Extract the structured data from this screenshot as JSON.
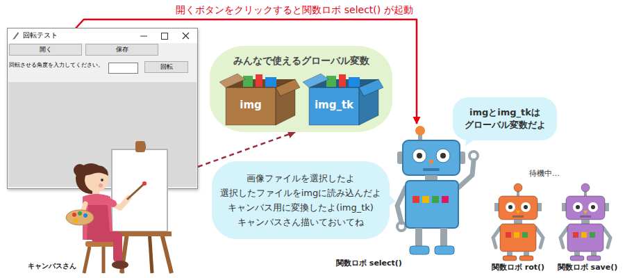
{
  "diagram": {
    "nodes": [
      {
        "text": [
          "回転テスト"
        ]
      },
      {
        "text": [
          "開く"
        ],
        "in": 0
      },
      {
        "text": [
          "保存"
        ],
        "in": 0
      },
      {
        "text": [
          "回転"
        ],
        "in": 0
      },
      {
        "text": [
          "みんなで使えるグローバル変数"
        ]
      },
      {
        "text": [
          "img"
        ],
        "in": 4
      },
      {
        "text": [
          "img_tk"
        ],
        "in": 4
      },
      {
        "text": [
          "キャンバスさん"
        ]
      },
      {
        "text": [
          "画像ファイルを選択したよ 選択したファイルをimgに読み込んだよ キャンバス用に変換したよ(img_tk) キャンバスさん描いておいてね"
        ]
      },
      {
        "text": [
          "imgとimg_tkは グローバル変数だよ"
        ]
      },
      {
        "text": [
          "関数ロボ select()"
        ]
      },
      {
        "text": [
          "関数ロボ rot()"
        ]
      },
      {
        "text": [
          "関数ロボ save()"
        ]
      }
    ],
    "edges": [
      {
        "from": 1,
        "to": 10,
        "arrow": "to",
        "label": "開くボタンをクリックすると関数ロボ select() が起動"
      },
      {
        "from": 7,
        "to": 4,
        "arrow": "to"
      }
    ],
    "labels": [
      "回転させる角度を入力してください。",
      "待機中…"
    ]
  }
}
